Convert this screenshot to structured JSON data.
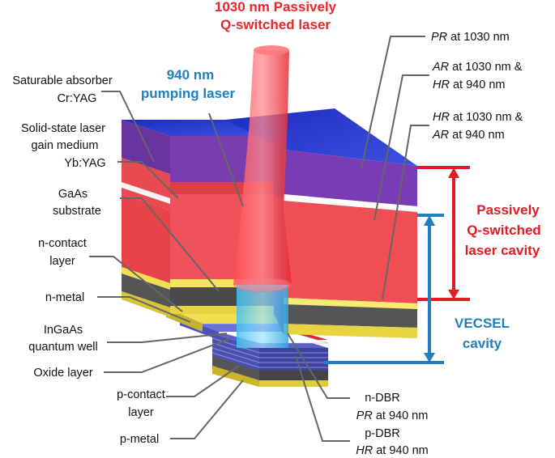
{
  "titles": {
    "laser_line1": "1030 nm Passively",
    "laser_line2": "Q-switched laser",
    "pump_line1": "940 nm",
    "pump_line2": "pumping laser"
  },
  "left_labels": {
    "absorber_line1": "Saturable absorber",
    "absorber_line2": "Cr:YAG",
    "gain_line1": "Solid-state laser",
    "gain_line2": "gain medium",
    "gain_line3": "Yb:YAG",
    "gaas_line1": "GaAs",
    "gaas_line2": "substrate",
    "ncontact_line1": "n-contact",
    "ncontact_line2": "layer",
    "nmetal": "n-metal",
    "ingaas_line1": "InGaAs",
    "ingaas_line2": "quantum well",
    "oxide": "Oxide layer",
    "pcontact_line1": "p-contact",
    "pcontact_line2": "layer",
    "pmetal": "p-metal"
  },
  "right_labels": {
    "pr1030_it": "PR",
    "pr1030_rest": " at 1030 nm",
    "ar1030_it": "AR",
    "ar1030_rest": " at 1030 nm &",
    "hr940_it": "HR",
    "hr940_rest": " at 940 nm",
    "hr1030_it": "HR",
    "hr1030_rest": " at 1030 nm &",
    "ar940_it": "AR",
    "ar940_rest": " at 940 nm"
  },
  "bottom_labels": {
    "ndbr": "n-DBR",
    "ndbr_pr_it": "PR",
    "ndbr_pr_rest": " at 940 nm",
    "pdbr": "p-DBR",
    "pdbr_hr_it": "HR",
    "pdbr_hr_rest": " at 940 nm"
  },
  "cavities": {
    "qs_line1": "Passively",
    "qs_line2": "Q-switched",
    "qs_line3": "laser cavity",
    "vecsel_line1": "VECSEL",
    "vecsel_line2": "cavity"
  },
  "colors": {
    "laser_red": "#e8262b",
    "pump_blue": "#1f7fc0",
    "absorber_purple": "#7d3fb0",
    "top_blue": "#2a3fd0",
    "gain_red": "#ef4e55",
    "metal_yellow": "#f0e050",
    "contact_gray": "#4a4a4a"
  }
}
